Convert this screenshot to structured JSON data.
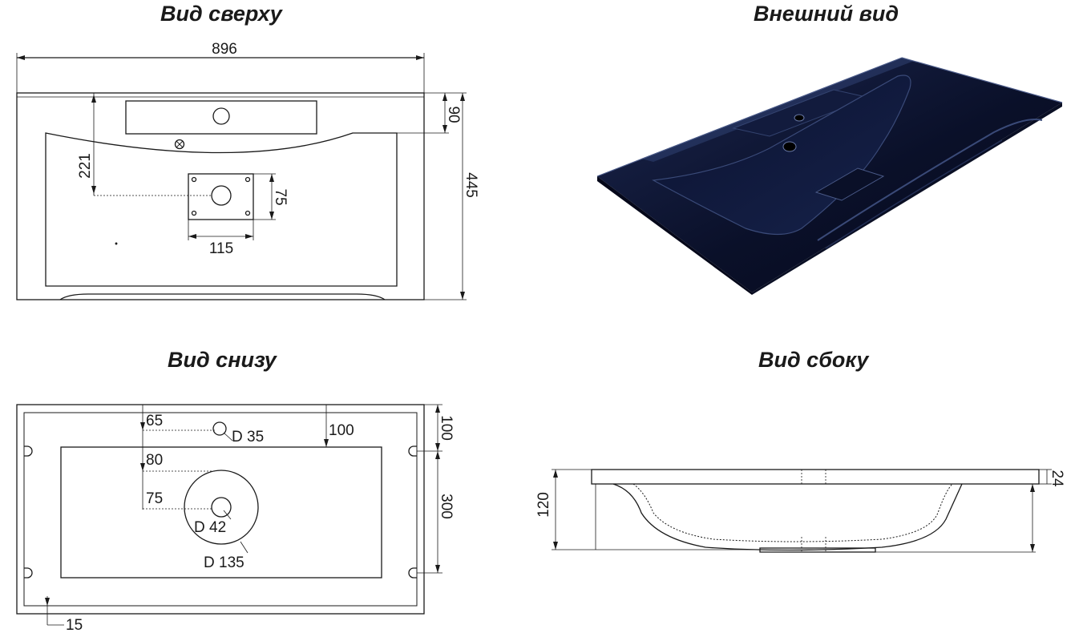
{
  "headings": {
    "top_view": "Вид сверху",
    "external_view": "Внешний вид",
    "bottom_view": "Вид снизу",
    "side_view": "Вид сбоку"
  },
  "top_view": {
    "width": "896",
    "depth": "445",
    "faucet_deck": "90",
    "drain_offset": "221",
    "plate_height": "75",
    "plate_width": "115"
  },
  "bottom_view": {
    "offset_65": "65",
    "hole_small": "D 35",
    "edge_100_h": "100",
    "edge_100_v": "100",
    "offset_80": "80",
    "offset_75": "75",
    "bowl_300": "300",
    "drain_hole": "D 42",
    "drain_ring": "D 135",
    "edge_15": "15"
  },
  "side_view": {
    "height": "120",
    "rim": "24"
  },
  "colors": {
    "line": "#1a1a1a",
    "basin": "#0d1430",
    "basin_highlight": "#3a4a78"
  }
}
